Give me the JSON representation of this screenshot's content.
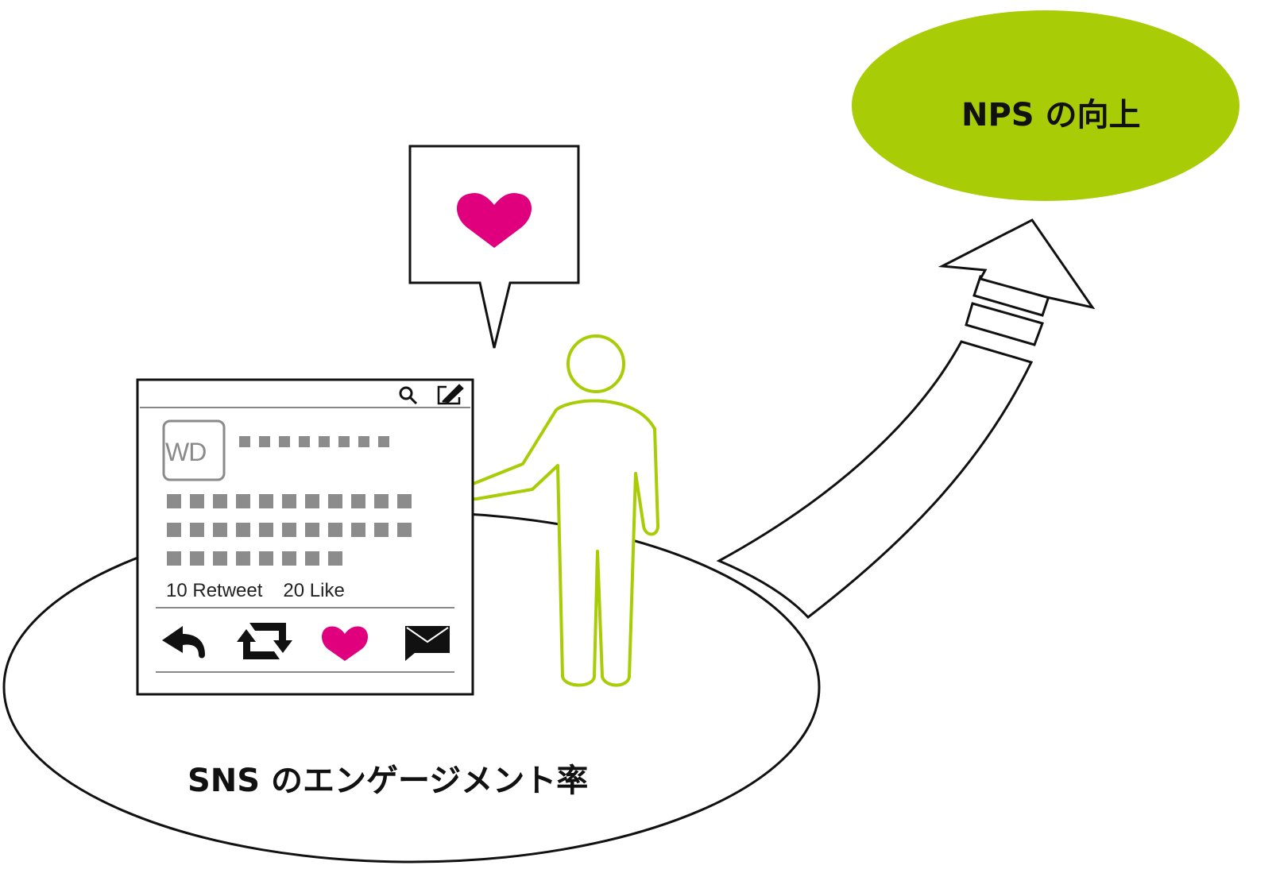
{
  "goal": {
    "label": "NPS の向上"
  },
  "base": {
    "label": "SNS のエンゲージメント率"
  },
  "post": {
    "avatar_text": "WD",
    "retweet_text": "10 Retweet",
    "like_text": "20 Like"
  },
  "colors": {
    "accent_green": "#a8cc06",
    "heart_pink": "#e0007e",
    "placeholder_gray": "#8c8c8c"
  },
  "icons": [
    "heart-icon",
    "search-icon",
    "compose-icon",
    "reply-icon",
    "retweet-icon",
    "like-heart-icon",
    "message-icon"
  ]
}
